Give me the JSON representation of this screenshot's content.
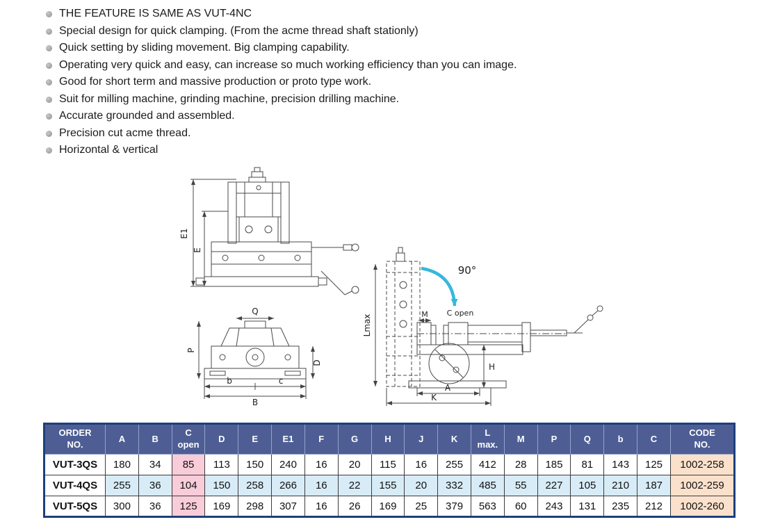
{
  "page": {
    "background": "#ffffff"
  },
  "features": {
    "items": [
      {
        "text": "THE FEATURE IS SAME AS VUT-4NC"
      },
      {
        "text": "Special design for quick clamping. (From the acme thread shaft stationly)"
      },
      {
        "text": "Quick setting by sliding movement. Big clamping capability."
      },
      {
        "text": "Operating very quick and easy, can increase so much working efficiency than you can image."
      },
      {
        "text": "Good for short term and massive production or proto type work."
      },
      {
        "text": "Suit for milling machine, grinding machine, precision drilling machine."
      },
      {
        "text": "Accurate grounded and assembled."
      },
      {
        "text": "Precision cut acme thread."
      },
      {
        "text": "Horizontal & vertical"
      }
    ]
  },
  "diagram": {
    "rotation_label": "90°",
    "arrow_color": "#35b8dc",
    "labels": {
      "e1": "E1",
      "e": "E",
      "q": "Q",
      "p": "P",
      "d": "D",
      "b": "b",
      "B": "B",
      "c": "c",
      "lmax": "Lmax",
      "m": "M",
      "c_open": "C open",
      "h": "H",
      "a": "A",
      "k": "K"
    }
  },
  "table": {
    "headers": [
      "ORDER\nNO.",
      "A",
      "B",
      "C\nopen",
      "D",
      "E",
      "E1",
      "F",
      "G",
      "H",
      "J",
      "K",
      "L\nmax.",
      "M",
      "P",
      "Q",
      "b",
      "C",
      "CODE\nNO."
    ],
    "rows": [
      {
        "order_no": "VUT-3QS",
        "values": [
          "180",
          "34",
          "85",
          "113",
          "150",
          "240",
          "16",
          "20",
          "115",
          "16",
          "255",
          "412",
          "28",
          "185",
          "81",
          "143",
          "125",
          "1002-258"
        ]
      },
      {
        "order_no": "VUT-4QS",
        "values": [
          "255",
          "36",
          "104",
          "150",
          "258",
          "266",
          "16",
          "22",
          "155",
          "20",
          "332",
          "485",
          "55",
          "227",
          "105",
          "210",
          "187",
          "1002-259"
        ]
      },
      {
        "order_no": "VUT-5QS",
        "values": [
          "300",
          "36",
          "125",
          "169",
          "298",
          "307",
          "16",
          "26",
          "169",
          "25",
          "379",
          "563",
          "60",
          "243",
          "131",
          "235",
          "212",
          "1002-260"
        ]
      }
    ],
    "colors": {
      "header_bg": "#4e5e95",
      "header_text": "#ffffff",
      "alt_row_bg": "#d8ecf7",
      "c_open_bg": "#f8ccd9",
      "code_bg": "#fbe1cc",
      "outer_border": "#1d3f7d"
    }
  }
}
